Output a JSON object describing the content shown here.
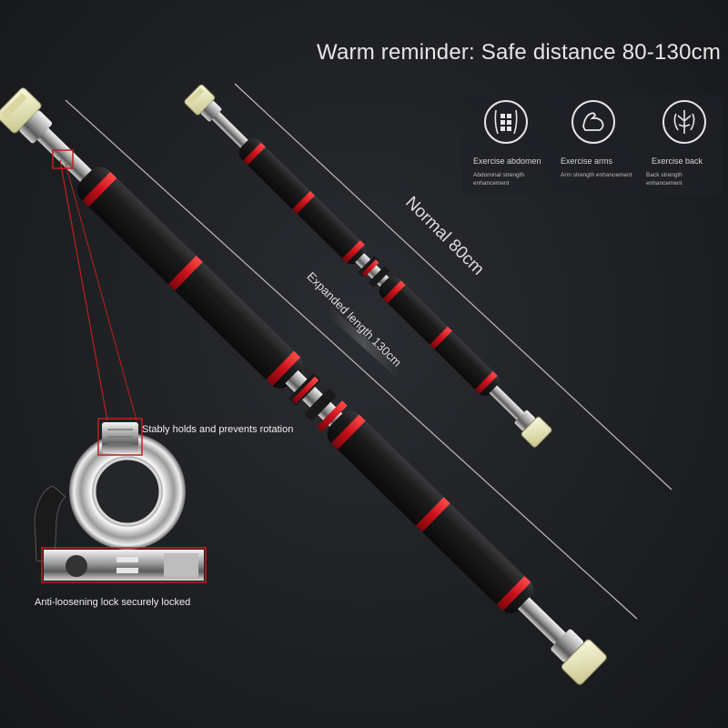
{
  "headline": "Warm reminder: Safe distance 80-130cm",
  "dimensions": {
    "normal_label": "Normal 80cm",
    "expanded_label": "Expanded length 130cm"
  },
  "callouts": {
    "rotation": "Stably holds and prevents rotation",
    "lock": "Anti-loosening lock securely locked"
  },
  "features": [
    {
      "icon": "abdomen-icon",
      "title": "Exercise abdomen",
      "subtitle": "Abdominal strength enhancement"
    },
    {
      "icon": "arm-muscle-icon",
      "title": "Exercise arms",
      "subtitle": "Arm strength enhancement"
    },
    {
      "icon": "back-muscle-icon",
      "title": "Exercise back",
      "subtitle": "Back strength enhancement"
    }
  ],
  "colors": {
    "background": "#1e2024",
    "foam": "#111111",
    "accent_ring": "#d2141c",
    "chrome": "#c8c8c8",
    "end_cap": "#e8e6b8",
    "text": "#e6e6e6",
    "callout_box": "#c0201e"
  }
}
